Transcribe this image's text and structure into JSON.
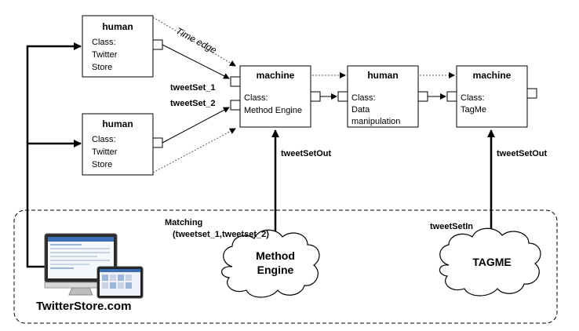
{
  "nodes": [
    {
      "title": "human",
      "class_label": "Class:",
      "class_lines": [
        "Twitter",
        "Store"
      ]
    },
    {
      "title": "human",
      "class_label": "Class:",
      "class_lines": [
        "Twitter",
        "Store"
      ]
    },
    {
      "title": "machine",
      "class_label": "Class:",
      "class_lines": [
        "Method Engine"
      ]
    },
    {
      "title": "human",
      "class_label": "Class:",
      "class_lines": [
        "Data",
        "manipulation"
      ]
    },
    {
      "title": "machine",
      "class_label": "Class:",
      "class_lines": [
        "TagMe"
      ]
    }
  ],
  "edge_labels": {
    "time_edge": "Time edge",
    "tweetset_1": "tweetSet_1",
    "tweetset_2": "tweetSet_2",
    "tweetsetout_left": "tweetSetOut",
    "tweetsetout_right": "tweetSetOut",
    "tweetsetin": "tweetSetIn",
    "matching_line1": "Matching",
    "matching_line2": "(tweetset_1,tweetset_2)"
  },
  "clouds": [
    {
      "lines": [
        "Method",
        "Engine"
      ]
    },
    {
      "lines": [
        "TAGME"
      ]
    }
  ],
  "site_label": "TwitterStore.com"
}
